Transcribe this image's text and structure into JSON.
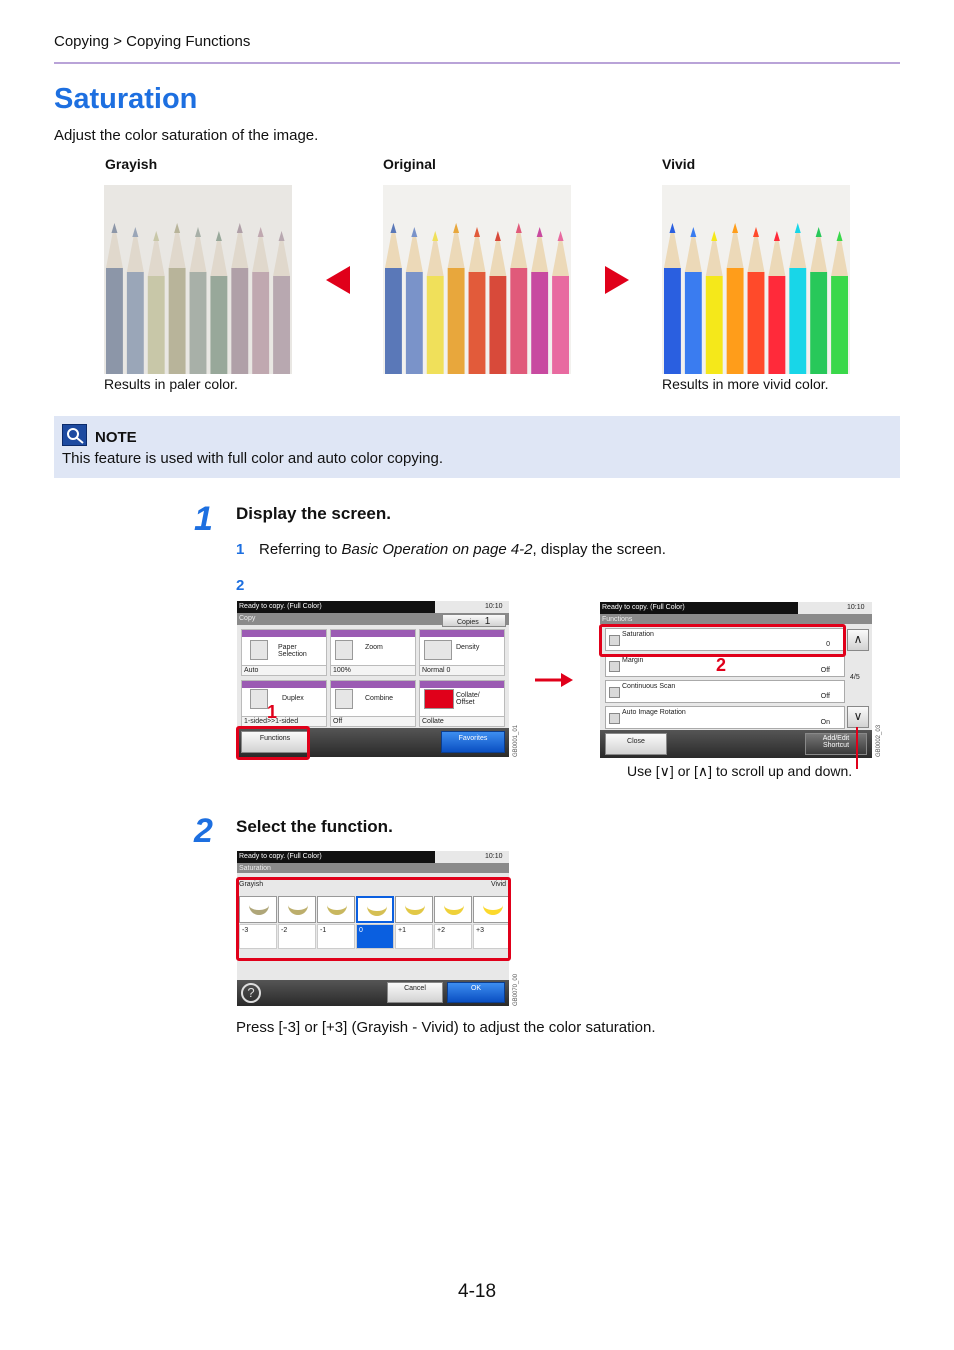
{
  "breadcrumb": "Copying > Copying Functions",
  "title": "Saturation",
  "intro": "Adjust the color saturation of the image.",
  "samples": {
    "grayish": {
      "heading": "Grayish",
      "caption": "Results in paler color."
    },
    "original": {
      "heading": "Original",
      "caption": ""
    },
    "vivid": {
      "heading": "Vivid",
      "caption": "Results in more vivid color."
    }
  },
  "note": {
    "title": "NOTE",
    "text": "This feature is used with full color and auto color copying."
  },
  "step1": {
    "number": "1",
    "title": "Display the screen.",
    "sub1": {
      "number": "1",
      "pre": "Referring to ",
      "link": "Basic Operation on page 4-2",
      "post": ", display the screen."
    },
    "sub2_number": "2"
  },
  "copy_screen": {
    "status": "Ready to copy. (Full Color)",
    "time": "10:10",
    "tab": "Copy",
    "copies_label": "Copies",
    "copies_value": "1",
    "tiles": [
      {
        "label": "Paper Selection",
        "value": "Auto"
      },
      {
        "label": "Zoom",
        "value": "100%"
      },
      {
        "label": "Density",
        "value": "Normal 0"
      },
      {
        "label": "Duplex",
        "value": "1-sided>>1-sided"
      },
      {
        "label": "Combine",
        "value": "Off"
      },
      {
        "label": "Collate/ Offset",
        "value": "Collate"
      }
    ],
    "functions_btn": "Functions",
    "favorites_btn": "Favorites",
    "code": "GB0001_01",
    "callout": "1"
  },
  "functions_screen": {
    "status": "Ready to copy. (Full Color)",
    "time": "10:10",
    "tab": "Functions",
    "rows": [
      {
        "name": "Saturation",
        "value": "0"
      },
      {
        "name": "Margin",
        "value": "Off"
      },
      {
        "name": "Continuous Scan",
        "value": "Off"
      },
      {
        "name": "Auto Image Rotation",
        "value": "On"
      }
    ],
    "page": "4/5",
    "close_btn": "Close",
    "shortcut_btn": "Add/Edit Shortcut",
    "code": "GB0002_03",
    "callout": "2",
    "scroll_note": "Use [∨] or [∧] to scroll up and down."
  },
  "step2": {
    "number": "2",
    "title": "Select the function."
  },
  "saturation_screen": {
    "status": "Ready to copy. (Full Color)",
    "time": "10:10",
    "tab": "Saturation",
    "left_label": "Grayish",
    "right_label": "Vivid",
    "levels": [
      "-3",
      "-2",
      "-1",
      "0",
      "+1",
      "+2",
      "+3"
    ],
    "selected": "0",
    "cancel_btn": "Cancel",
    "ok_btn": "OK",
    "help": "?",
    "code": "GB0070_00"
  },
  "press_text": "Press [-3] or [+3] (Grayish - Vivid) to adjust the color saturation.",
  "page_number": "4-18",
  "colors": {
    "accent": "#1d6fe0",
    "callout": "#e0001a",
    "rule": "#b9a3d8",
    "note_bg": "#dfe6f5"
  },
  "pencils": {
    "original": [
      "#5a78b8",
      "#7a93c9",
      "#f0e05a",
      "#e8a73c",
      "#e25b3a",
      "#d84a3a",
      "#e05a7a",
      "#c84aa0",
      "#e86aa0"
    ],
    "vivid": [
      "#2a5fe0",
      "#3a7cf0",
      "#f5e81a",
      "#ff9d1a",
      "#ff4a2a",
      "#ff2a3a",
      "#18d6e8",
      "#28c85a",
      "#3ad84a"
    ],
    "grayish": [
      "#8c96a8",
      "#9aa6b8",
      "#c8c7a8",
      "#b8b49a",
      "#a8b0a8",
      "#98a89a",
      "#b0a0a8",
      "#c0a8b0",
      "#b8a8b0"
    ]
  }
}
